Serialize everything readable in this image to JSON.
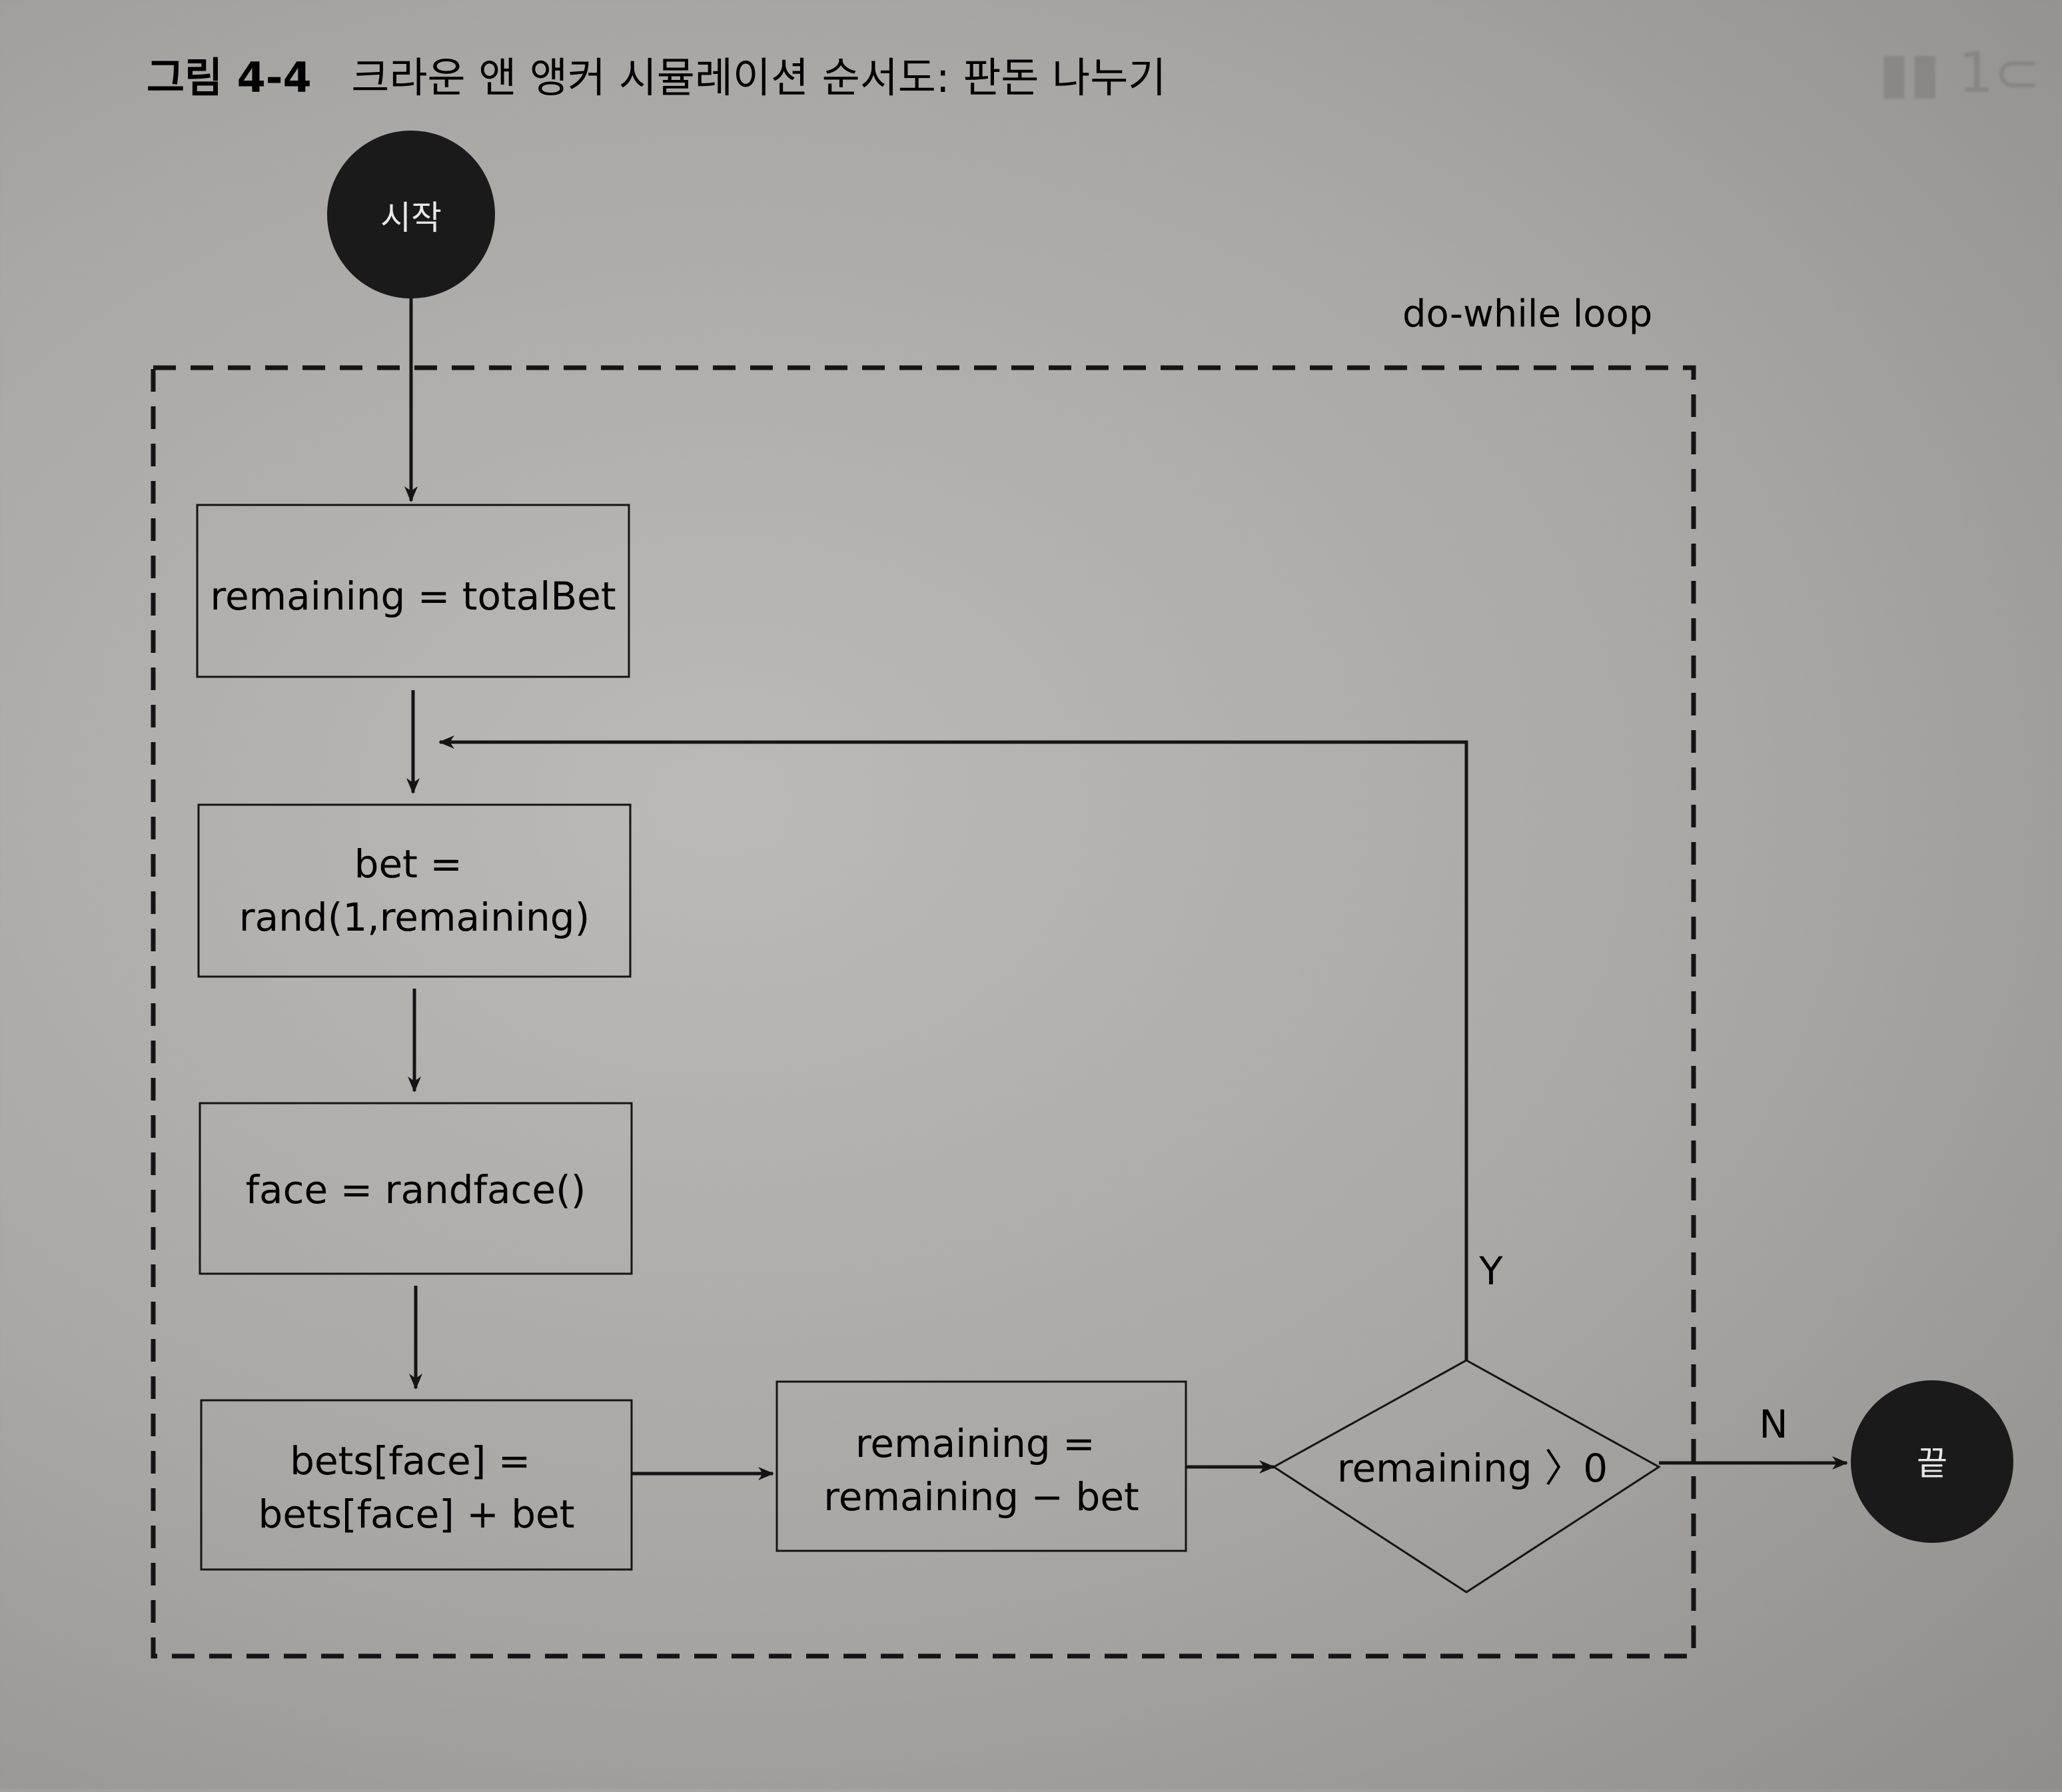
{
  "figure": {
    "caption_label": "그림 4-4",
    "caption_text": "크라운 앤 앵커 시뮬레이션 순서도: 판돈 나누기",
    "loop_label": "do-while loop"
  },
  "nodes": {
    "start": "시작",
    "init": [
      "remaining = totalBet"
    ],
    "bet": [
      "bet =",
      "rand(1,remaining)"
    ],
    "face": [
      "face = randface()"
    ],
    "bets": [
      "bets[face] =",
      "bets[face] + bet"
    ],
    "update": [
      "remaining =",
      "remaining − bet"
    ],
    "decision": "remaining 〉0",
    "end": "끝"
  },
  "edges": {
    "yes_label": "Y",
    "no_label": "N"
  },
  "colors": {
    "paper": "#b5b3af",
    "ink": "#141414",
    "terminal_fill": "#1a1a1a",
    "terminal_text": "#e8e8e8"
  }
}
